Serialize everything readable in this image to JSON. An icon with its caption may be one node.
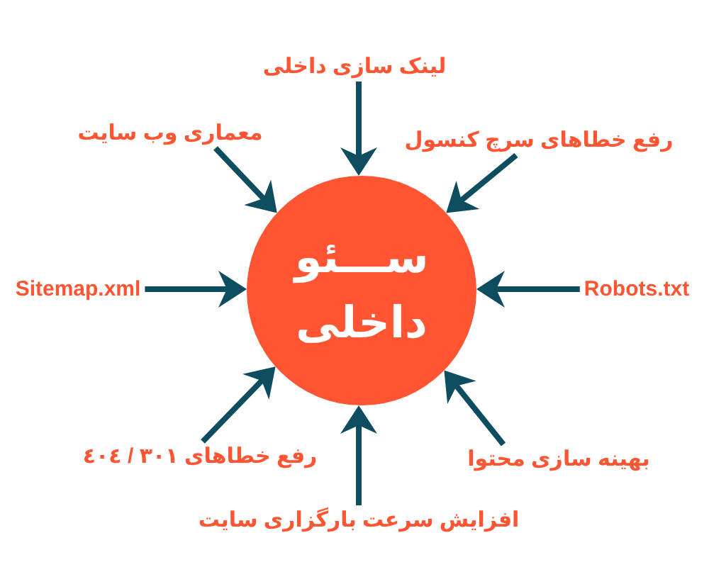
{
  "diagram": {
    "nodes": [
      {
        "text": [
          "ســـئو داخلی"
        ]
      },
      {
        "text": [
          "لینک سازی داخلی"
        ]
      },
      {
        "text": [
          "معماری وب سایت"
        ]
      },
      {
        "text": [
          "رفع خطاهای سرچ کنسول"
        ]
      },
      {
        "text": [
          "Sitemap.xml"
        ]
      },
      {
        "text": [
          "Robots.txt"
        ]
      },
      {
        "text": [
          "رفع خطاهای ٣٠١ / ٤٠٤"
        ]
      },
      {
        "text": [
          "بهینه سازی محتوا"
        ]
      },
      {
        "text": [
          "افزایش سرعت بارگزاری سایت"
        ]
      }
    ],
    "edges": [
      {
        "from": 1,
        "to": 0,
        "arrow": "to"
      },
      {
        "from": 2,
        "to": 0,
        "arrow": "to"
      },
      {
        "from": 3,
        "to": 0,
        "arrow": "to"
      },
      {
        "from": 4,
        "to": 0,
        "arrow": "to"
      },
      {
        "from": 5,
        "to": 0,
        "arrow": "to"
      },
      {
        "from": 6,
        "to": 0,
        "arrow": "to"
      },
      {
        "from": 7,
        "to": 0,
        "arrow": "to"
      },
      {
        "from": 8,
        "to": 0,
        "arrow": "to"
      }
    ]
  }
}
